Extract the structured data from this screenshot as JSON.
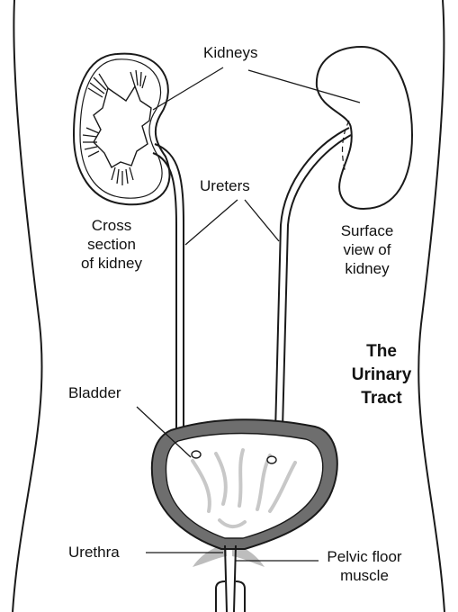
{
  "title": {
    "line1": "The",
    "line2": "Urinary",
    "line3": "Tract"
  },
  "labels": {
    "kidneys": "Kidneys",
    "ureters": "Ureters",
    "cross_section": [
      "Cross",
      "section",
      "of kidney"
    ],
    "surface_view": [
      "Surface",
      "view of",
      "kidney"
    ],
    "bladder": "Bladder",
    "urethra": "Urethra",
    "pelvic_floor": [
      "Pelvic floor",
      "muscle"
    ]
  },
  "colors": {
    "outline": "#1a1a1a",
    "bladder_wall": "#6e6e6e",
    "muscle_gray": "#bdbdbd",
    "fold_gray": "#c8c8c8"
  }
}
